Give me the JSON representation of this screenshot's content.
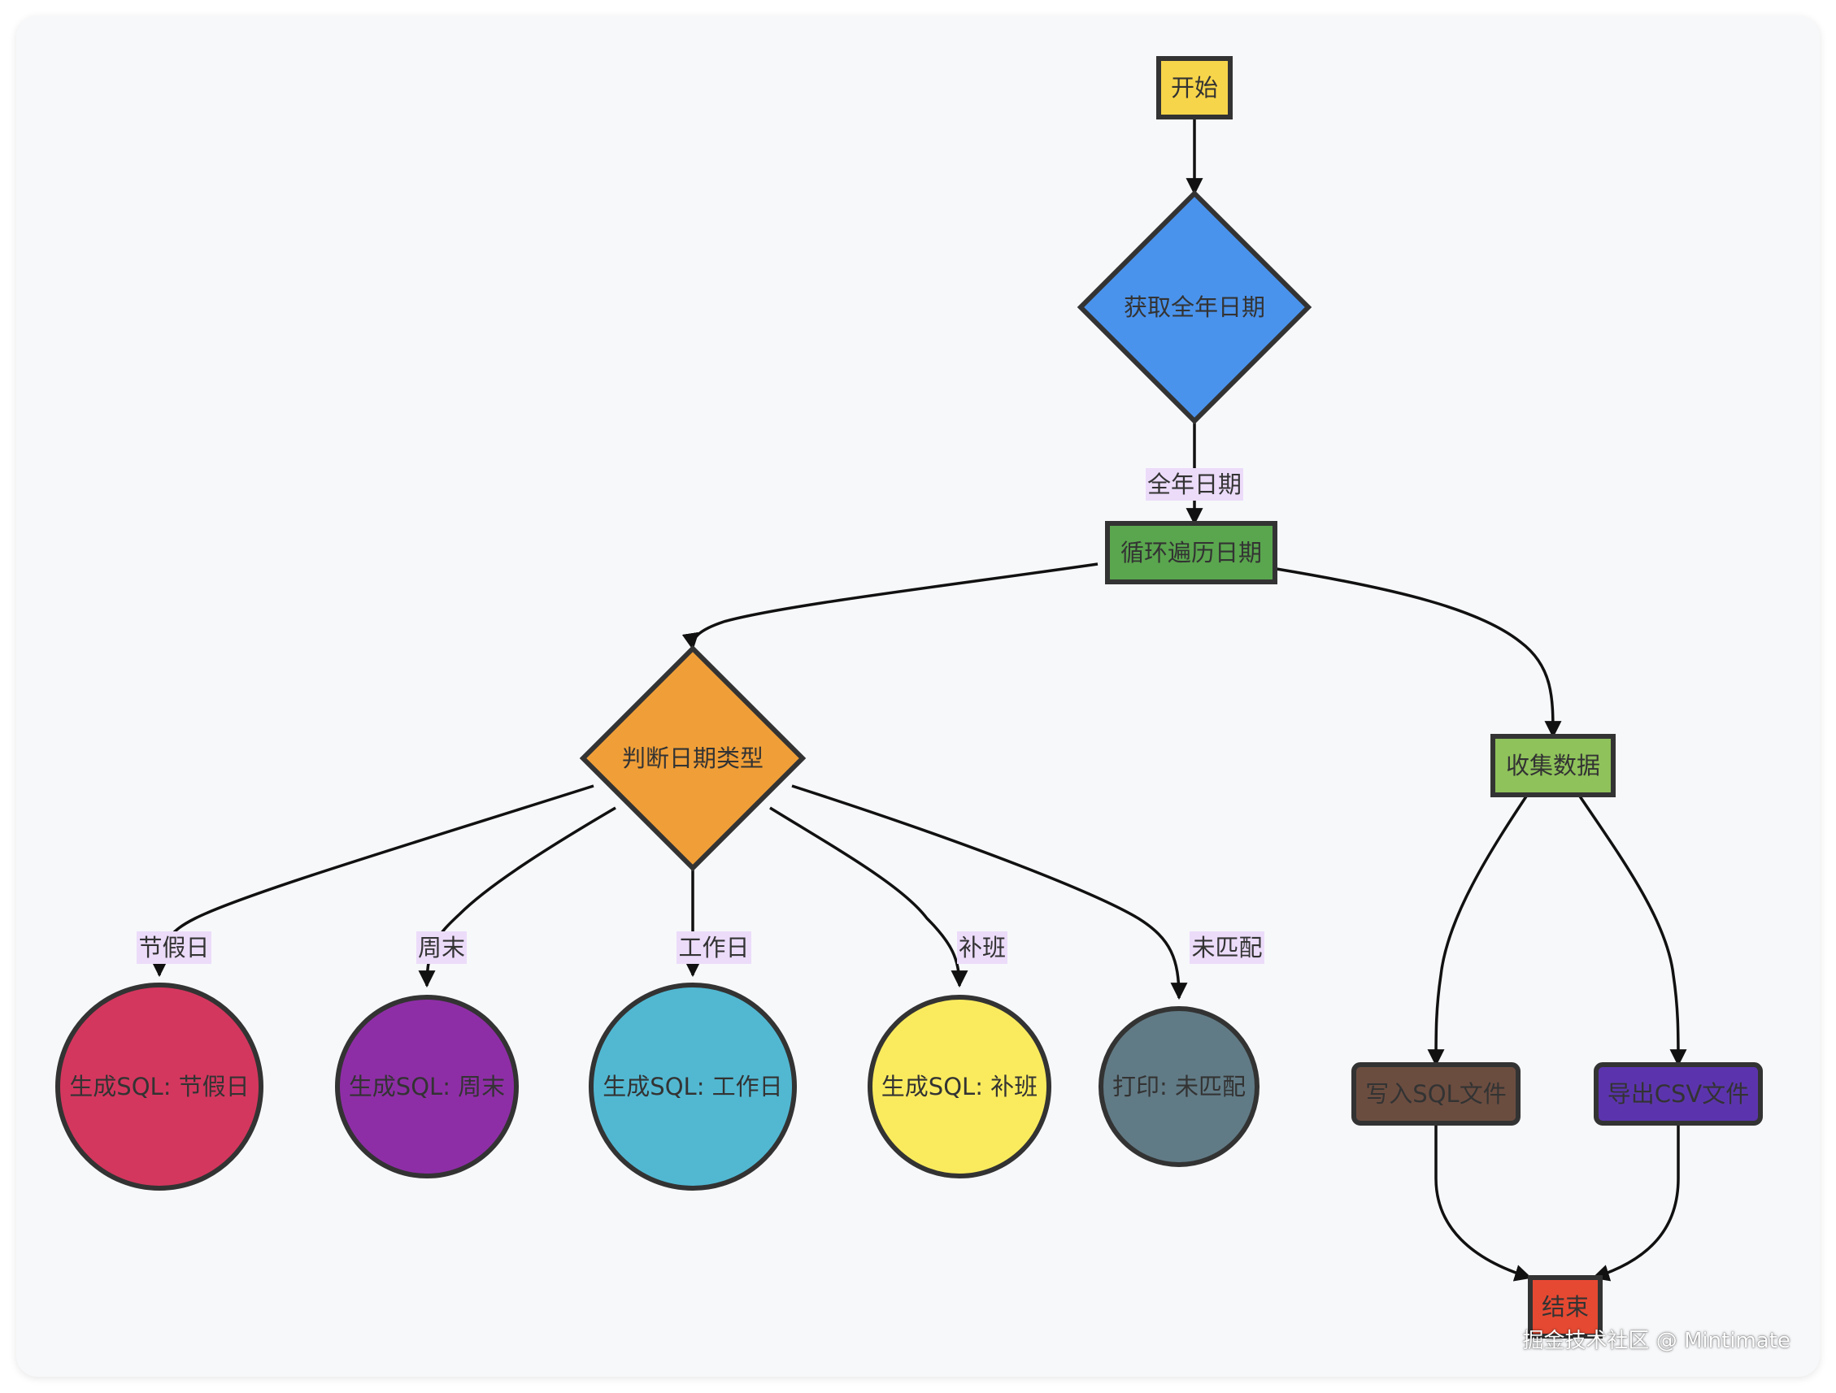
{
  "nodes": {
    "start": {
      "label": "开始",
      "fill": "#f7d54a"
    },
    "get_dates": {
      "label": "获取全年日期",
      "fill": "#4a93ec"
    },
    "loop_dates": {
      "label": "循环遍历日期",
      "fill": "#5aa64e"
    },
    "judge_type": {
      "label": "判断日期类型",
      "fill": "#f09f38"
    },
    "collect": {
      "label": "收集数据",
      "fill": "#8fc25b"
    },
    "sql_holiday": {
      "label": "生成SQL: 节假日",
      "fill": "#d4375e"
    },
    "sql_weekend": {
      "label": "生成SQL: 周末",
      "fill": "#8e2ea6"
    },
    "sql_workday": {
      "label": "生成SQL: 工作日",
      "fill": "#52b8d2"
    },
    "sql_makeup": {
      "label": "生成SQL: 补班",
      "fill": "#faeb5e"
    },
    "print_nomatch": {
      "label": "打印: 未匹配",
      "fill": "#617b86"
    },
    "write_sql": {
      "label": "写入SQL文件",
      "fill": "#6b4d40"
    },
    "export_csv": {
      "label": "导出CSV文件",
      "fill": "#5b34ad"
    },
    "end": {
      "label": "结束",
      "fill": "#e64932"
    }
  },
  "edges": {
    "all_dates": "全年日期",
    "holiday": "节假日",
    "weekend": "周末",
    "workday": "工作日",
    "makeup": "补班",
    "nomatch": "未匹配"
  },
  "watermark": "掘金技术社区 @ Mintimate"
}
